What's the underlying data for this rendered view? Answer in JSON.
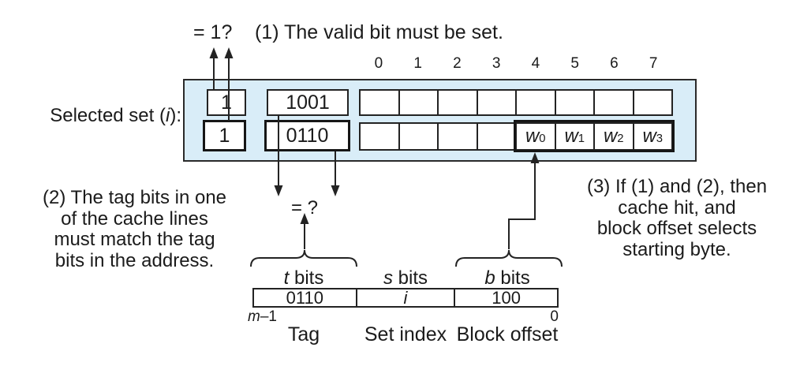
{
  "colors": {
    "set_fill": "#d9edf8",
    "line": "#232323",
    "text": "#1b1b1b",
    "background": "#ffffff"
  },
  "annotations": {
    "valid_check": "= 1?",
    "step1": "(1) The valid bit must be set.",
    "tag_check": "= ?",
    "step2_lines": [
      "(2) The tag bits in one",
      "of the cache lines",
      "must match the tag",
      "bits in the address."
    ],
    "step3_lines": [
      "(3) If (1) and (2), then",
      "cache hit, and",
      "block offset selects",
      "starting byte."
    ]
  },
  "selected_set_label": {
    "prefix": "Selected set (",
    "var": "i",
    "suffix": "):"
  },
  "byte_offsets": [
    "0",
    "1",
    "2",
    "3",
    "4",
    "5",
    "6",
    "7"
  ],
  "cache_set": {
    "lines": [
      {
        "valid": "1",
        "tag": "1001",
        "highlighted": false
      },
      {
        "valid": "1",
        "tag": "0110",
        "highlighted": true
      }
    ]
  },
  "words": [
    {
      "var": "w",
      "sub": "0"
    },
    {
      "var": "w",
      "sub": "1"
    },
    {
      "var": "w",
      "sub": "2"
    },
    {
      "var": "w",
      "sub": "3"
    }
  ],
  "address": {
    "fields": [
      {
        "width_label": {
          "var": "t",
          "rest": " bits"
        },
        "value": "0110",
        "name": "Tag"
      },
      {
        "width_label": {
          "var": "s",
          "rest": " bits"
        },
        "value": "i",
        "name": "Set index"
      },
      {
        "width_label": {
          "var": "b",
          "rest": " bits"
        },
        "value": "100",
        "name": "Block offset"
      }
    ],
    "bit_high": {
      "var": "m",
      "rest": "–1"
    },
    "bit_low": "0"
  }
}
